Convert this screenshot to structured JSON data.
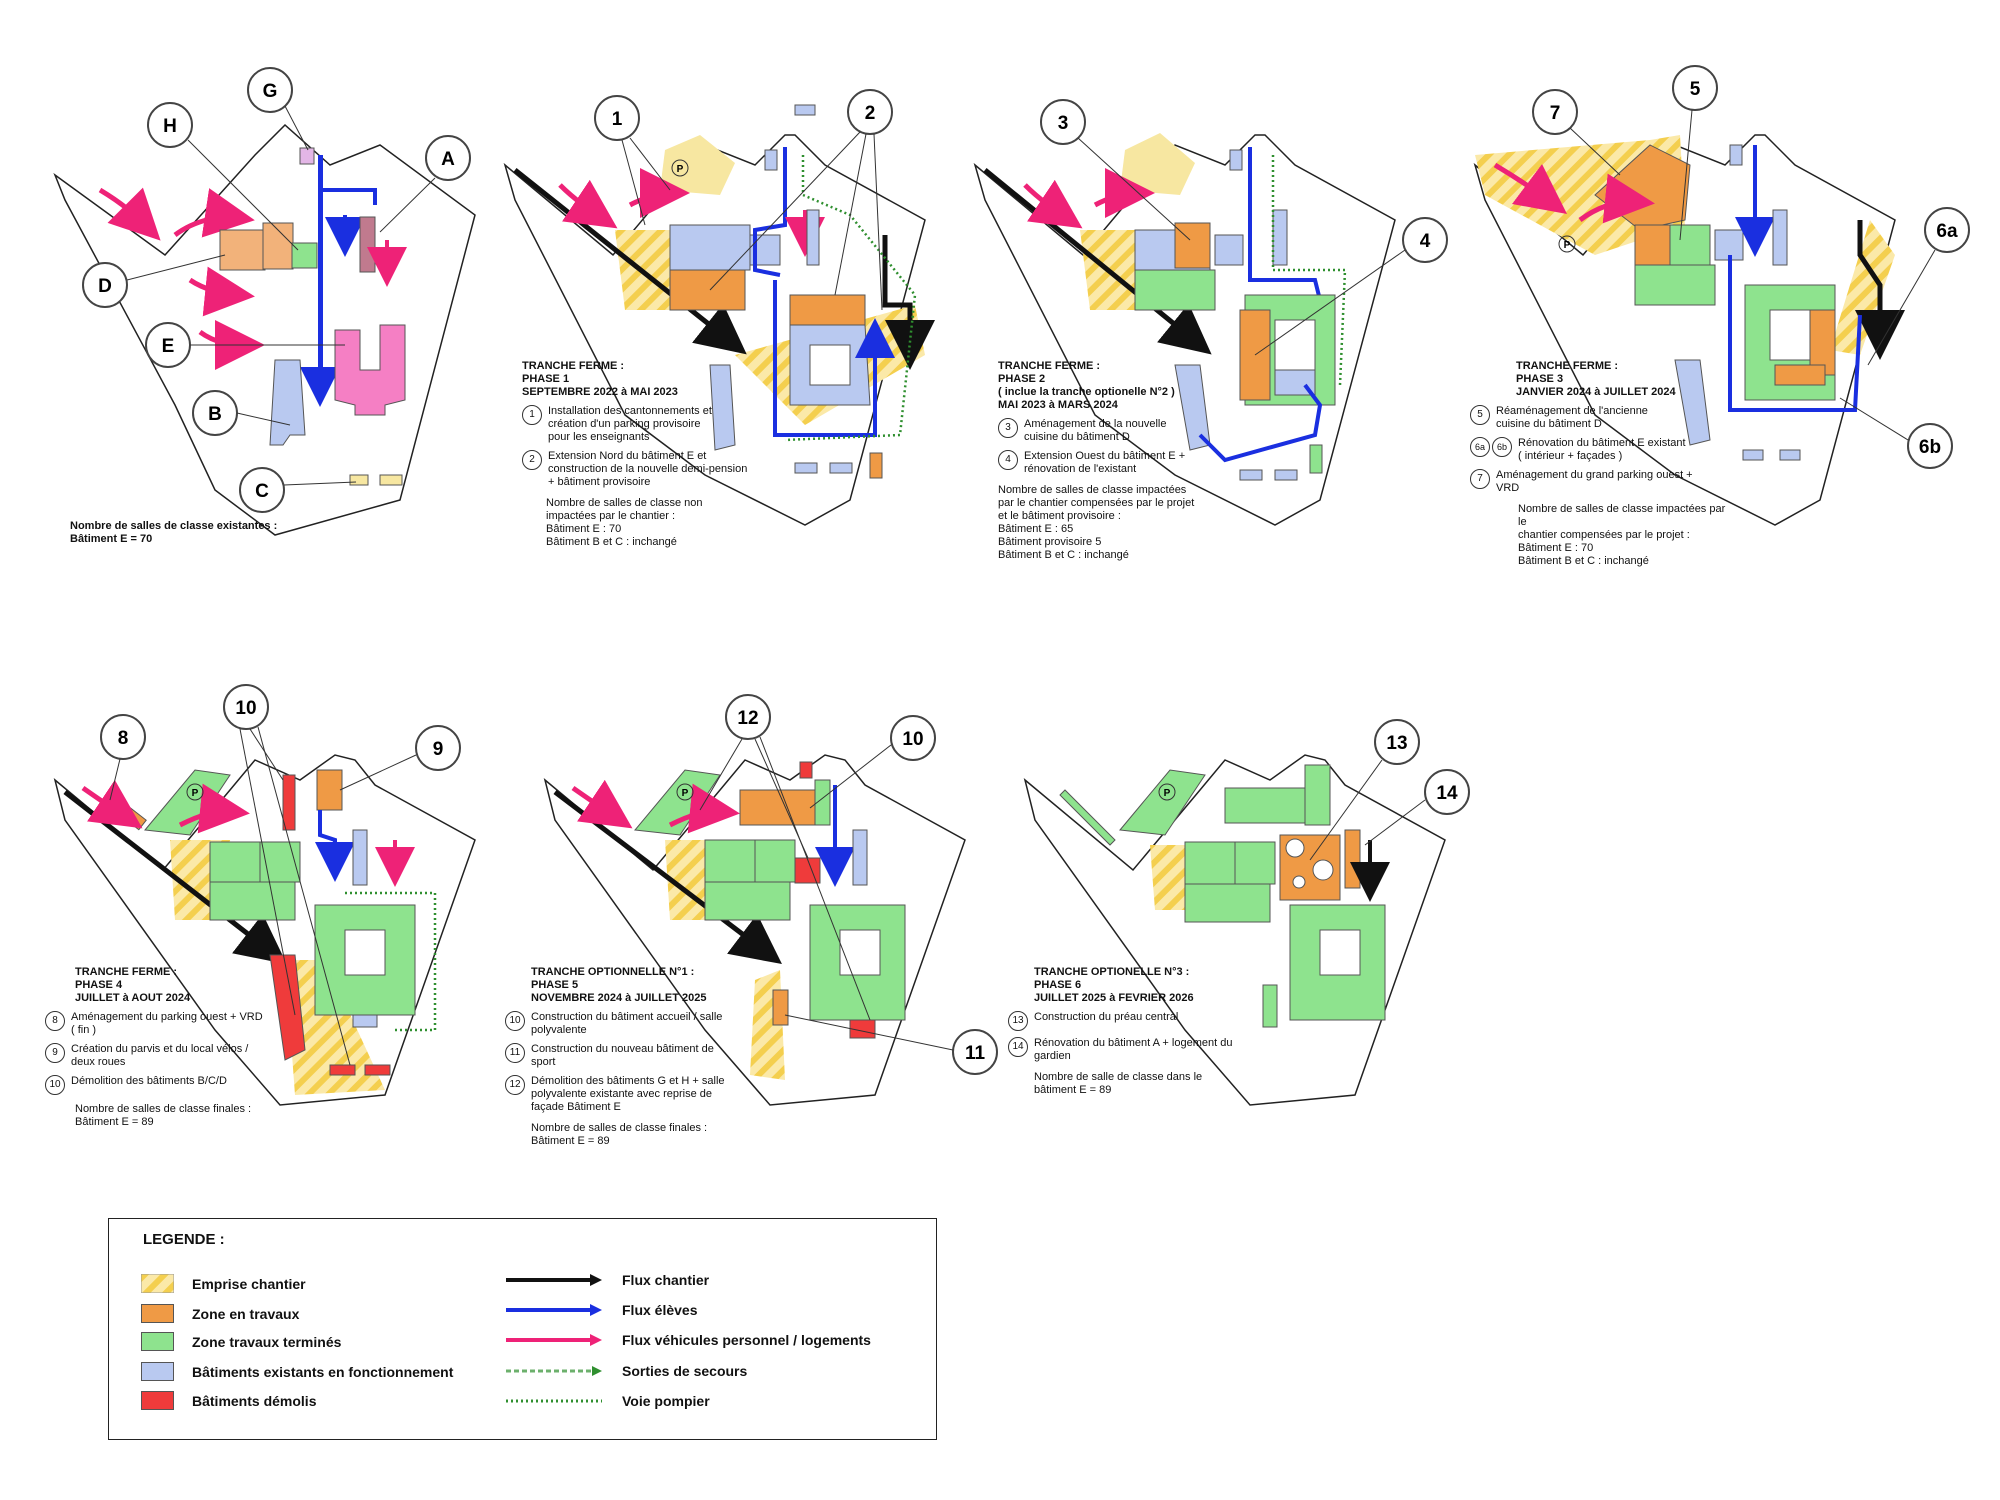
{
  "colors": {
    "emprise": "#f7d86a",
    "travaux": "#ef9a45",
    "termines": "#8ee38e",
    "existants": "#b9c9f0",
    "demolis": "#ef3b3b",
    "flux_chantier": "#111111",
    "flux_eleves": "#1a2fe0",
    "flux_vehicules": "#ee2277",
    "secours": "#2f8f2f",
    "pompier": "#2f8f2f",
    "building_E_existing": "#f57fc4",
    "building_A_existing": "#c07a8e",
    "building_G": "#e3b6e6"
  },
  "markers": {
    "p0": [
      "A",
      "B",
      "C",
      "D",
      "E",
      "G",
      "H"
    ],
    "p1": [
      "1",
      "2"
    ],
    "p2": [
      "3",
      "4"
    ],
    "p3": [
      "5",
      "6a",
      "6b",
      "7"
    ],
    "p4": [
      "8",
      "9",
      "10"
    ],
    "p5": [
      "10",
      "11",
      "12"
    ],
    "p6": [
      "13",
      "14"
    ],
    "parking": "P"
  },
  "captions": {
    "p0": {
      "note": "Nombre de salles de classe existantes :\nBâtiment E = 70"
    },
    "p1": {
      "head": "TRANCHE FERME :\nPHASE 1\nSEPTEMBRE 2022 à MAI 2023",
      "items": [
        {
          "num": "1",
          "text": "Installation des cantonnements et\ncréation d'un parking provisoire\npour les enseignants"
        },
        {
          "num": "2",
          "text": "Extension Nord du bâtiment E et\nconstruction de la nouvelle demi-pension\n+ bâtiment provisoire"
        }
      ],
      "note": "Nombre de salles de classe non\nimpactées par le chantier :\nBâtiment E : 70\nBâtiment B et C : inchangé"
    },
    "p2": {
      "head": "TRANCHE FERME :\nPHASE 2\n( inclue la tranche optionelle N°2 )\nMAI 2023 à MARS 2024",
      "items": [
        {
          "num": "3",
          "text": "Aménagement de la nouvelle\ncuisine du bâtiment D"
        },
        {
          "num": "4",
          "text": "Extension Ouest du bâtiment E +\nrénovation de l'existant"
        }
      ],
      "note": "Nombre de salles de classe impactées\npar le chantier compensées par le projet\net le bâtiment provisoire :\nBâtiment E : 65\nBâtiment provisoire 5\nBâtiment B et C : inchangé"
    },
    "p3": {
      "head": "TRANCHE FERME :\nPHASE 3\nJANVIER 2024 à JUILLET 2024",
      "items": [
        {
          "num": "5",
          "text": "Réaménagement de l'ancienne\ncuisine du bâtiment D"
        },
        {
          "num": "6a|6b",
          "text": "Rénovation du bâtiment E existant\n( intérieur + façades )"
        },
        {
          "num": "7",
          "text": "Aménagement du grand parking ouest +\nVRD"
        }
      ],
      "note": "Nombre de salles de classe impactées par le\nchantier compensées par le projet :\nBâtiment E : 70\nBâtiment B et C : inchangé"
    },
    "p4": {
      "head": "TRANCHE FERME :\nPHASE 4\nJUILLET à AOUT 2024",
      "items": [
        {
          "num": "8",
          "text": "Aménagement du parking ouest + VRD\n( fin )"
        },
        {
          "num": "9",
          "text": "Création du parvis et du local vélos /\ndeux roues"
        },
        {
          "num": "10",
          "text": "Démolition des bâtiments B/C/D"
        }
      ],
      "note": "Nombre de salles de classe finales :\nBâtiment E = 89"
    },
    "p5": {
      "head": "TRANCHE OPTIONNELLE N°1 :\nPHASE 5\nNOVEMBRE 2024 à JUILLET 2025",
      "items": [
        {
          "num": "10",
          "text": "Construction du bâtiment accueil / salle\npolyvalente"
        },
        {
          "num": "11",
          "text": "Construction du nouveau bâtiment de\nsport"
        },
        {
          "num": "12",
          "text": "Démolition des bâtiments G et H + salle\npolyvalente existante avec reprise de\nfaçade Bâtiment E"
        }
      ],
      "note": "Nombre de salles de classe finales :\nBâtiment E = 89"
    },
    "p6": {
      "head": "TRANCHE OPTIONELLE N°3 :\nPHASE 6\nJUILLET 2025 à FEVRIER 2026",
      "items": [
        {
          "num": "13",
          "text": "Construction du préau central"
        },
        {
          "num": "14",
          "text": "Rénovation du bâtiment A + logement du\ngardien"
        }
      ],
      "note": "Nombre de salle de classe dans le\nbâtiment E = 89"
    }
  },
  "legend": {
    "title": "LEGENDE :",
    "areas": [
      {
        "key": "emprise",
        "label": "Emprise chantier"
      },
      {
        "key": "travaux",
        "label": " Zone en travaux"
      },
      {
        "key": "termines",
        "label": "Zone travaux terminés"
      },
      {
        "key": "existants",
        "label": "Bâtiments existants en fonctionnement"
      },
      {
        "key": "demolis",
        "label": "Bâtiments démolis"
      }
    ],
    "lines": [
      {
        "key": "flux_chantier",
        "label": "Flux chantier"
      },
      {
        "key": "flux_eleves",
        "label": "Flux élèves"
      },
      {
        "key": "flux_vehicules",
        "label": "Flux véhicules personnel / logements"
      },
      {
        "key": "secours",
        "label": "Sorties de secours"
      },
      {
        "key": "pompier",
        "label": "Voie pompier"
      }
    ]
  }
}
